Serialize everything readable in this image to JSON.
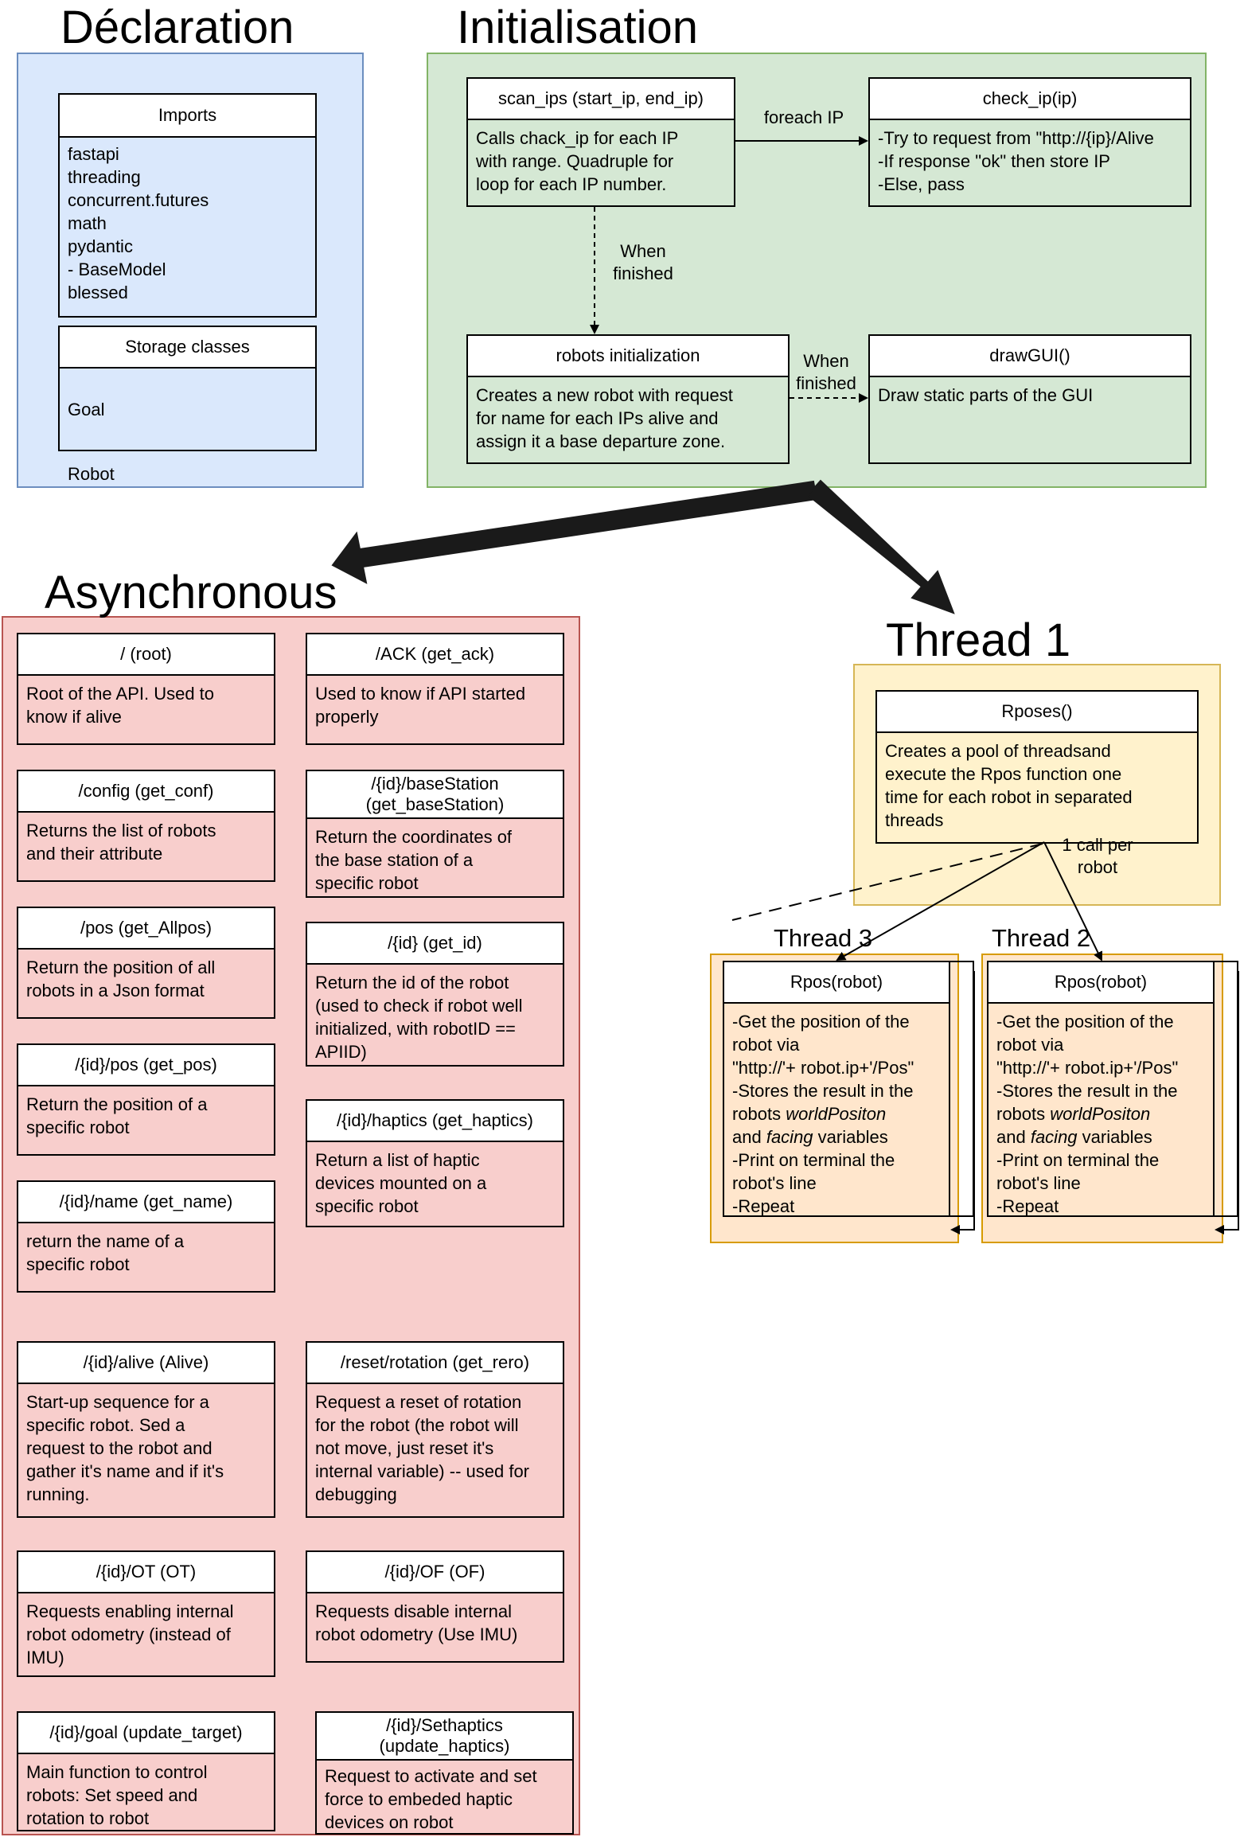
{
  "sections": {
    "declaration": "Déclaration",
    "initialisation": "Initialisation",
    "asynchronous": "Asynchronous",
    "thread1": "Thread 1",
    "thread3": "Thread 3",
    "thread2": "Thread 2"
  },
  "colors": {
    "blue_fill": "#dae8fc",
    "blue_stroke": "#6c8ebf",
    "green_fill": "#d5e8d4",
    "green_stroke": "#82b366",
    "red_fill": "#f8cecc",
    "red_stroke": "#b85450",
    "yellow_fill": "#fff2cc",
    "yellow_stroke": "#d6b656",
    "orange_fill": "#ffe6cc",
    "orange_stroke": "#d79b00"
  },
  "declaration": {
    "imports": {
      "title": "Imports",
      "body": "fastapi\nthreading\nconcurrent.futures\nmath\npydantic\n- BaseModel\nblessed"
    },
    "storage": {
      "title": "Storage classes",
      "items": [
        "Goal",
        "Robot"
      ]
    }
  },
  "initialisation": {
    "scan_ips": {
      "title": "scan_ips (start_ip, end_ip)",
      "body": "Calls chack_ip for each IP\nwith range. Quadruple for\nloop for each IP number."
    },
    "check_ip": {
      "title": "check_ip(ip)",
      "body": "-Try to request from \"http://{ip}/Alive\n-If response \"ok\" then store IP\n-Else, pass"
    },
    "robots_init": {
      "title": "robots initialization",
      "body": "Creates a new robot with request\nfor name for each IPs alive and\nassign it a base departure zone."
    },
    "draw_gui": {
      "title": "drawGUI()",
      "body": "Draw static parts of the GUI"
    },
    "labels": {
      "foreach_ip": "foreach IP",
      "when_finished_1": "When\nfinished",
      "when_finished_2": "When\nfinished"
    }
  },
  "asynchronous": {
    "root": {
      "title": "/ (root)",
      "body": "Root of the API. Used to\nknow if alive"
    },
    "ack": {
      "title": "/ACK (get_ack)",
      "body": "Used to know if API started\nproperly"
    },
    "config": {
      "title": "/config (get_conf)",
      "body": "Returns the list of robots\nand their attribute"
    },
    "basestation": {
      "title": "/{id}/baseStation\n(get_baseStation)",
      "body": "Return the coordinates of\nthe base station of a\nspecific robot"
    },
    "allpos": {
      "title": "/pos (get_Allpos)",
      "body": "Return the position of all\nrobots in a Json format"
    },
    "id": {
      "title": "/{id} (get_id)",
      "body": "Return the id of the robot\n(used to check if robot well\ninitialized, with robotID ==\nAPIID)"
    },
    "pos": {
      "title": "/{id}/pos (get_pos)",
      "body": "Return the position of a\nspecific robot"
    },
    "haptics": {
      "title": "/{id}/haptics (get_haptics)",
      "body": "Return a list of haptic\ndevices mounted on a\nspecific robot"
    },
    "name": {
      "title": "/{id}/name (get_name)",
      "body": "return the name of a\nspecific robot"
    },
    "alive": {
      "title": "/{id}/alive (Alive)",
      "body": "Start-up sequence for a\nspecific robot. Sed a\nrequest to the robot and\ngather it's name and if it's\nrunning."
    },
    "rero": {
      "title": "/reset/rotation (get_rero)",
      "body": "Request a reset of rotation\nfor the robot (the robot will\nnot move, just reset it's\ninternal variable) -- used for\ndebugging"
    },
    "ot": {
      "title": "/{id}/OT (OT)",
      "body": "Requests enabling internal\nrobot odometry (instead of\nIMU)"
    },
    "of": {
      "title": "/{id}/OF (OF)",
      "body": "Requests disable internal\nrobot odometry (Use IMU)"
    },
    "goal": {
      "title": "/{id}/goal (update_target)",
      "body": "Main function to control\nrobots: Set speed and\nrotation to robot"
    },
    "sethaptics": {
      "title": "/{id}/Sethaptics\n(update_haptics)",
      "body": "Request to activate and set\nforce to embeded haptic\ndevices on robot"
    }
  },
  "threads": {
    "rposes": {
      "title": "Rposes()",
      "body": "Creates a pool of threadsand\nexecute the Rpos function one\ntime for each robot in separated\nthreads"
    },
    "call_label": "1 call per\nrobot",
    "rpos": {
      "title": "Rpos(robot)",
      "lines": [
        "-Get the position of the",
        "robot via",
        "\"http://'+ robot.ip+'/Pos\"",
        "-Stores the result in the",
        "robots ",
        "worldPositon",
        "and ",
        "facing",
        " variables",
        "-Print on terminal the",
        "robot's line",
        "-Repeat"
      ]
    }
  }
}
